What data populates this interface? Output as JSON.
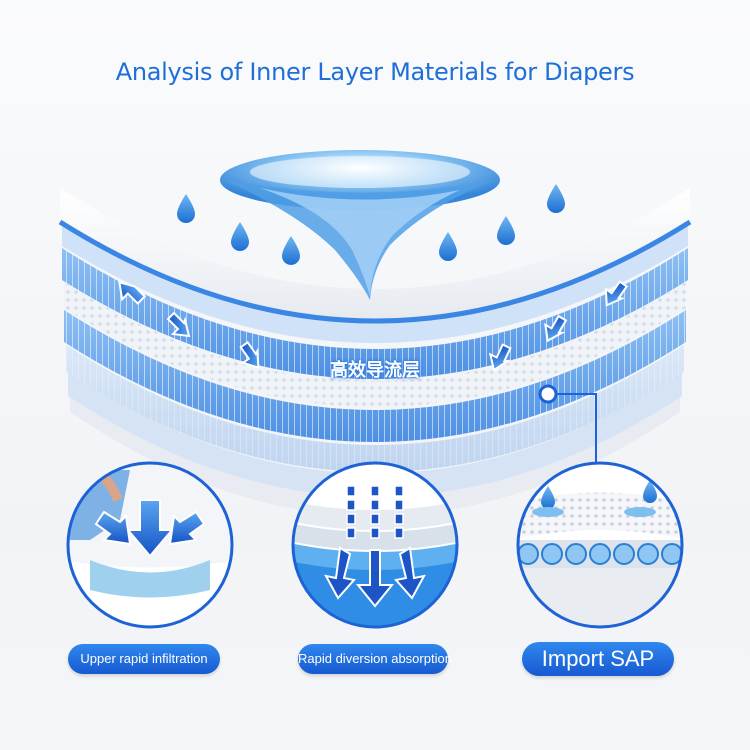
{
  "title": "Analysis of Inner Layer Materials for Diapers",
  "center_label": "高效导流层",
  "labels": {
    "upper": "Upper rapid infiltration",
    "rapid": "Rapid diversion absorption",
    "sap": "Import SAP"
  },
  "colors": {
    "title": "#1f6ed9",
    "accent_blue": "#1e63d6",
    "water_blue": "#2e8ee6",
    "layer_blue": "#6aa7ec"
  }
}
